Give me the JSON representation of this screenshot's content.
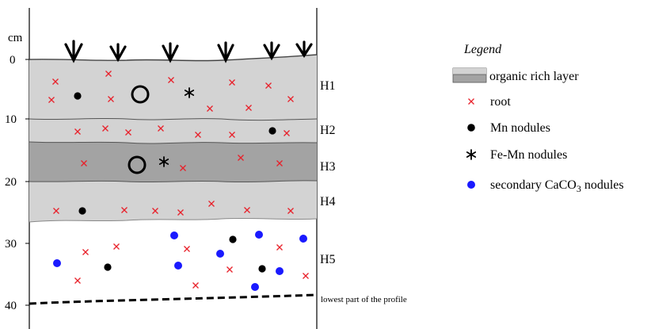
{
  "axis": {
    "unit": "cm",
    "ticks": [
      {
        "label": "0",
        "depth": 0
      },
      {
        "label": "10",
        "depth": 10
      },
      {
        "label": "20",
        "depth": 20
      },
      {
        "label": "30",
        "depth": 30
      },
      {
        "label": "40",
        "depth": 40
      }
    ]
  },
  "horizons": [
    {
      "id": "H1",
      "label": "H1",
      "shade": "light"
    },
    {
      "id": "H2",
      "label": "H2",
      "shade": "light"
    },
    {
      "id": "H3",
      "label": "H3",
      "shade": "dark"
    },
    {
      "id": "H4",
      "label": "H4",
      "shade": "light"
    },
    {
      "id": "H5",
      "label": "H5",
      "shade": "none"
    }
  ],
  "bottom_label": "lowest part of the profile",
  "legend": {
    "title": "Legend",
    "organic_label": "organic rich layer",
    "root_label": "root",
    "mn_label": "Mn nodules",
    "femn_label": "Fe-Mn nodules",
    "caco3_prefix": "secondary CaCO",
    "caco3_sub": "3",
    "caco3_suffix": " nodules"
  },
  "colors": {
    "light_layer": "#d3d3d3",
    "dark_layer": "#a3a3a3",
    "root": "#e8202a",
    "mn": "#000000",
    "caco3": "#1a1aff",
    "line": "#000000"
  }
}
